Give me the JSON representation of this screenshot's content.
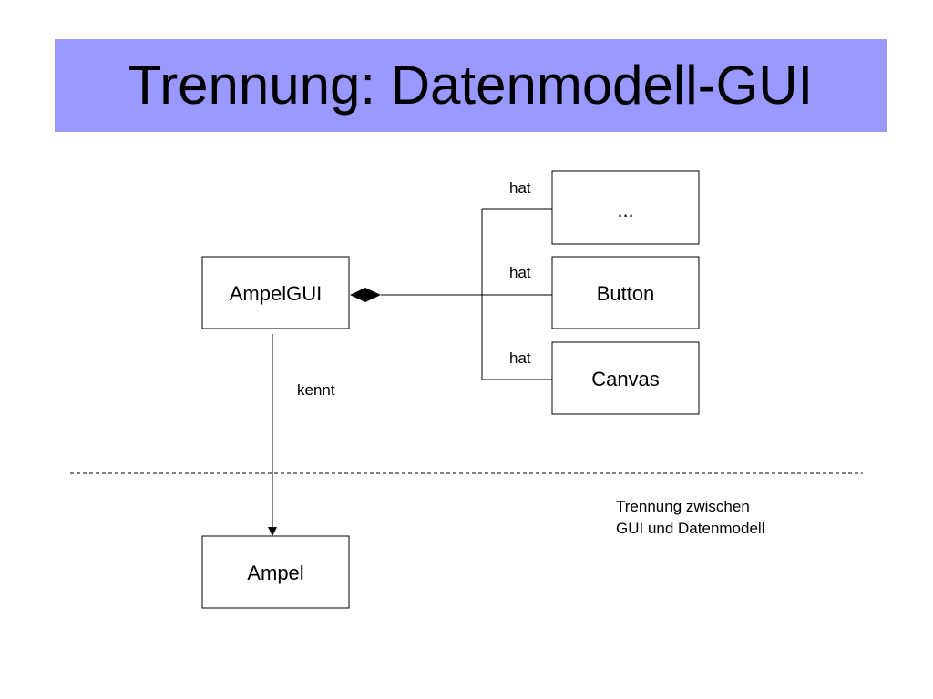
{
  "slide": {
    "title": "Trennung: Datenmodell-GUI",
    "title_bar_color": "#9999ff"
  },
  "diagram": {
    "boxes": {
      "ampelgui": "AmpelGUI",
      "ampel": "Ampel",
      "ellipsis": "...",
      "button": "Button",
      "canvas": "Canvas"
    },
    "relations": {
      "hat_1": "hat",
      "hat_2": "hat",
      "hat_3": "hat",
      "kennt": "kennt"
    },
    "note": {
      "line1": "Trennung zwischen",
      "line2": "GUI und Datenmodell"
    }
  }
}
